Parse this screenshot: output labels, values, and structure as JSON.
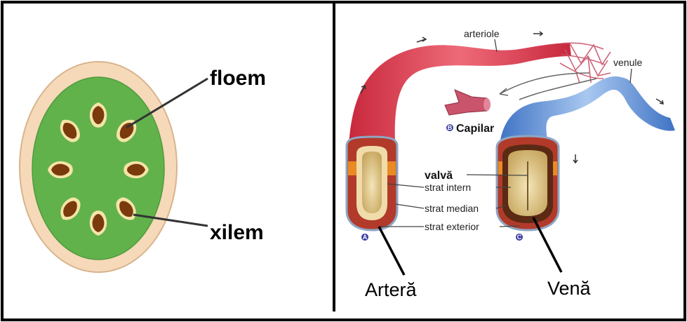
{
  "left_panel": {
    "labels": {
      "floem": "floem",
      "xilem": "xilem"
    },
    "colors": {
      "cortex": "#f5d9b8",
      "stele": "#62b24c",
      "bundle_outer": "#f5e4a8",
      "bundle_inner": "#7a3a0c"
    }
  },
  "right_panel": {
    "labels": {
      "arteriole": "arteriole",
      "venule": "venule",
      "capilar": "Capilar",
      "valva": "valvă",
      "strat_intern": "strat intern",
      "strat_median": "strat median",
      "strat_exterior": "strat exterior",
      "artera": "Arteră",
      "vena": "Venă",
      "marker_a": "A",
      "marker_c": "C",
      "marker_b": "B"
    },
    "colors": {
      "artery": "#e8505f",
      "vein": "#6f9fdc",
      "capillary": "#c9546b",
      "wall_outer": "#b23a2a",
      "wall_orange": "#e98a22",
      "lumen": "#e6d39a",
      "marker": "#3a3aa0"
    }
  }
}
